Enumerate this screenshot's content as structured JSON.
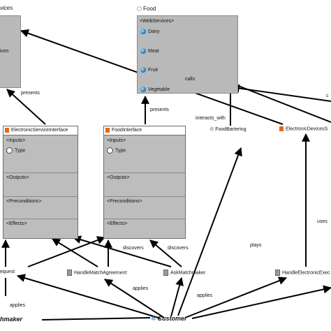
{
  "packages": {
    "left": {
      "title": "vices",
      "item": "ices"
    },
    "food": {
      "title": "Food",
      "stereotype": "<WebServices>",
      "items": [
        "Dairy",
        "Meat",
        "Fruit",
        "Vegetable"
      ]
    }
  },
  "interfaces": [
    {
      "title": "ElectronicServiceInterface",
      "inputs": "<Inputs>",
      "type": "Type",
      "outputs": "<Outputs>",
      "preconditions": "<Preconditions>",
      "effects": "<Effects>"
    },
    {
      "title": "FoodInterface",
      "inputs": "<Inputs>",
      "type": "Type",
      "outputs": "<Outputs>",
      "preconditions": "<Preconditions>",
      "effects": "<Effects>"
    }
  ],
  "nodes": {
    "food_bartering": "FoodBartering",
    "electronic_devices": "ElectronicDevicesS",
    "request": "equest",
    "handle_match_agreement": "HandleMatchAgreement",
    "ask_matchmaker": "AskMatchmaker",
    "handle_electronic": "HandleElectronicExec"
  },
  "actors": {
    "matchmaker": "hmaker",
    "customer": "Customer"
  },
  "edge_labels": {
    "presents_left": "presents",
    "presents_food": "presents",
    "calls": "calls",
    "interacts_with": "interacts_with",
    "cut_right": "c",
    "plays": "plays",
    "uses": "uses",
    "discovers_1": "discovers",
    "discovers_2": "discovers",
    "applies_center": "applies",
    "applies_right": "applies",
    "applies_left": "applies"
  },
  "colors": {
    "box_fill": "#bdbdbd",
    "line": "#000000",
    "icon_blue": "#1f6fcf",
    "interface_icon": "#e06a1a"
  }
}
